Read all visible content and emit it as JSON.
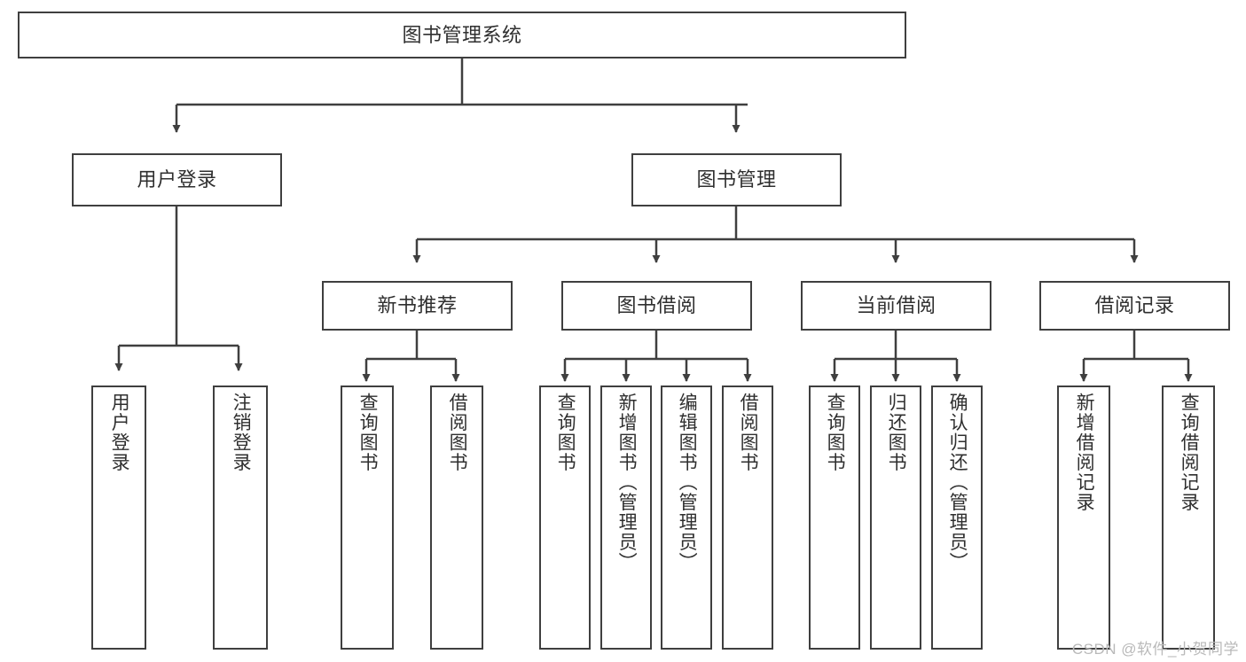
{
  "diagram": {
    "title": "图书管理系统",
    "type": "tree",
    "style": {
      "background": "#ffffff",
      "border_color": "#3f3f3f",
      "text_color": "#2f2f2f",
      "watermark_color": "#b9b9b9"
    },
    "watermark": "CSDN @软件_小贺同学",
    "nodes": {
      "root": {
        "label": "图书管理系统"
      },
      "level2": [
        {
          "label": "用户登录"
        },
        {
          "label": "图书管理"
        }
      ],
      "level3": [
        {
          "label": "新书推荐"
        },
        {
          "label": "图书借阅"
        },
        {
          "label": "当前借阅"
        },
        {
          "label": "借阅记录"
        }
      ],
      "leaves": {
        "user_login": [
          {
            "label": "用户登录"
          },
          {
            "label": "注销登录"
          }
        ],
        "new_book_recommend": [
          {
            "label": "查询图书"
          },
          {
            "label": "借阅图书"
          }
        ],
        "book_borrow": [
          {
            "label": "查询图书"
          },
          {
            "label": "新增图书（管理员）"
          },
          {
            "label": "编辑图书（管理员）"
          },
          {
            "label": "借阅图书"
          }
        ],
        "current_borrow": [
          {
            "label": "查询图书"
          },
          {
            "label": "归还图书"
          },
          {
            "label": "确认归还（管理员）"
          }
        ],
        "borrow_record": [
          {
            "label": "新增借阅记录"
          },
          {
            "label": "查询借阅记录"
          }
        ]
      }
    }
  }
}
